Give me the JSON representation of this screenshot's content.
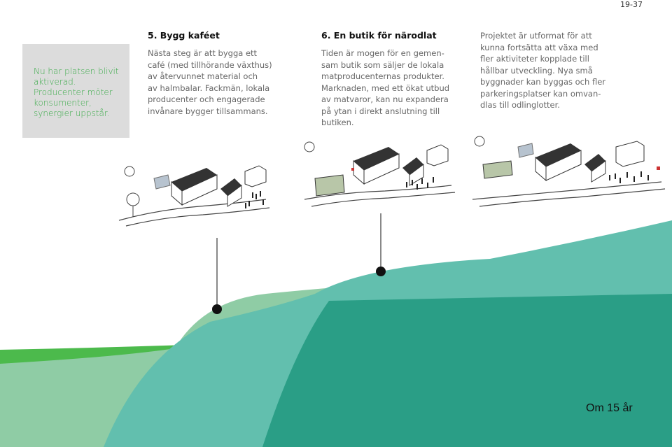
{
  "page_number": "19-37",
  "summary": "Nu har platsen blivit aktiverad. Producenter möter konsumenter, synergier uppstår.",
  "columns": [
    {
      "title": "5. Bygg kaféet",
      "body": "Nästa steg är att bygga ett\ncafé (med tillhörande växthus)\nav återvunnet material och\nav halmbalar. Fackmän, lokala\nproducenter och engagerade\ninvånare bygger tillsammans."
    },
    {
      "title": "6. En butik för närodlat",
      "body": "Tiden är mogen för en gemen-\nsam butik som säljer de lokala\nmatproducenternas produkter.\nMarknaden, med ett ökat utbud\nav matvaror, kan nu expandera\npå ytan i direkt anslutning till\nbutiken."
    },
    {
      "title": "",
      "body": "Projektet är utformat för att\nkunna fortsätta att växa med\nfler aktiviteter kopplade till\nhållbar utveckling. Nya små\nbyggnader kan byggas och fler\nparkeringsplatser kan omvan-\ndlas till odlinglotter."
    }
  ],
  "time_label": "Om 15 år",
  "colors": {
    "green_bright": "#4cba4c",
    "green_light": "#8fcca5",
    "teal_light": "#62bfae",
    "teal_dark": "#2a9e86",
    "summary_text": "#3aaa48",
    "summary_bg": "#dcdcdc"
  }
}
